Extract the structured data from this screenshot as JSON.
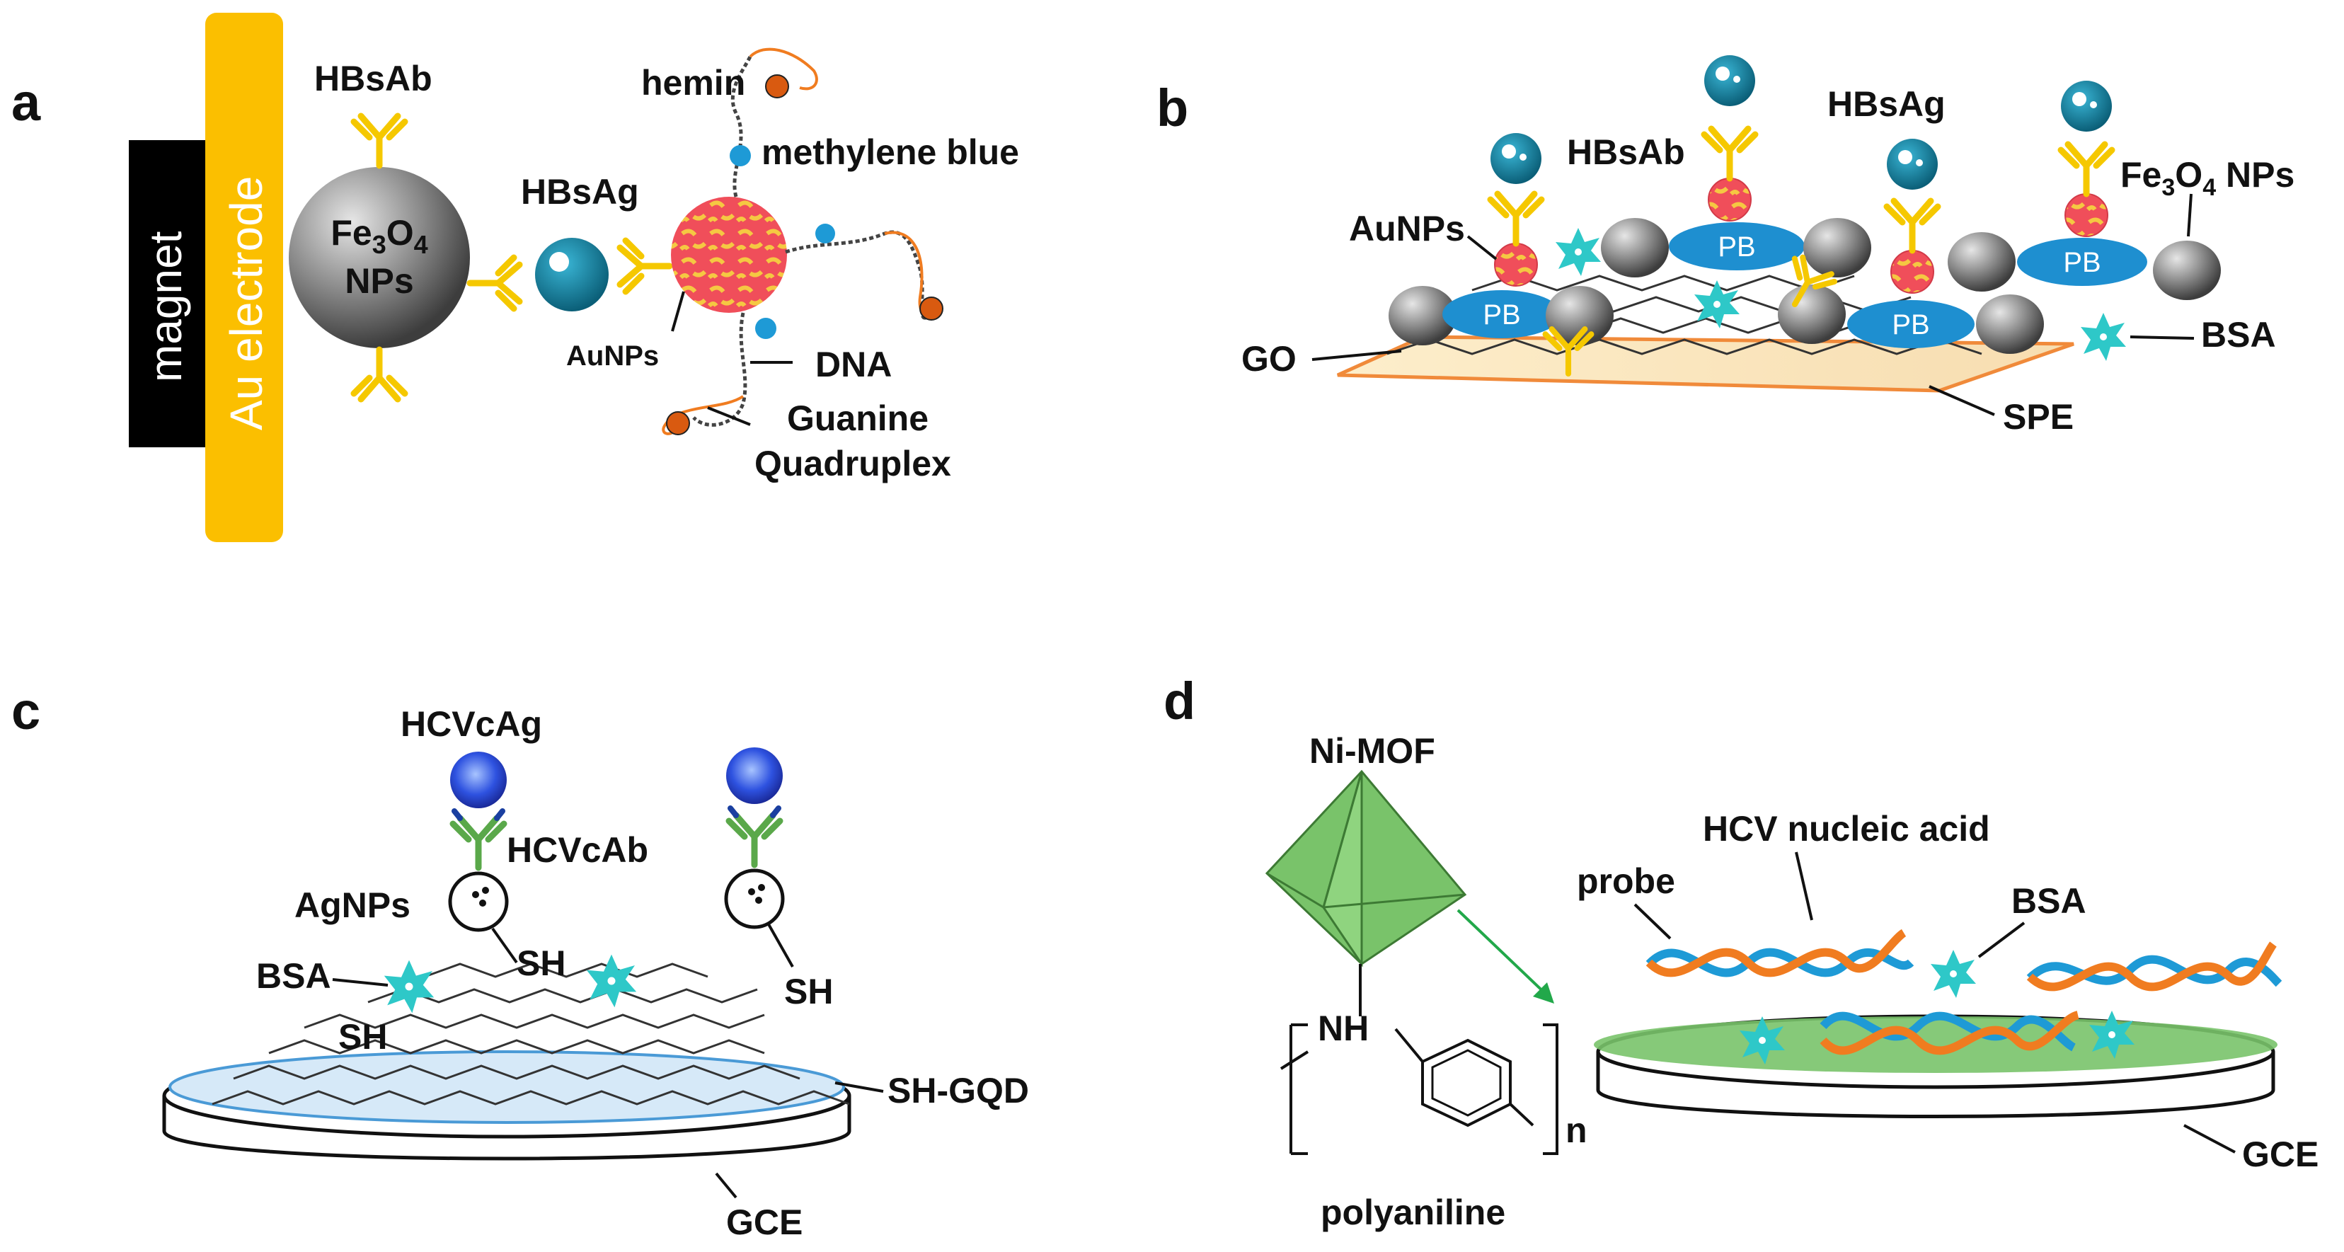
{
  "panels": {
    "a": {
      "letter": "a",
      "magnet": "magnet",
      "electrode": "Au electrode",
      "np_line1_base": "Fe",
      "np_line1_sub1": "3",
      "np_line1_mid": "O",
      "np_line1_sub2": "4",
      "np_line2": "NPs",
      "hbsab": "HBsAb",
      "hbsag": "HBsAg",
      "hemin": "hemin",
      "methylene_blue": "methylene blue",
      "aunps": "AuNPs",
      "dna": "DNA",
      "gq_line1": "Guanine",
      "gq_line2": "Quadruplex"
    },
    "b": {
      "letter": "b",
      "hbsab": "HBsAb",
      "hbsag": "HBsAg",
      "fe_base": "Fe",
      "fe_sub1": "3",
      "fe_mid": "O",
      "fe_sub2": "4",
      "fe_tail": " NPs",
      "aunps": "AuNPs",
      "pb": "PB",
      "go": "GO",
      "bsa": "BSA",
      "spe": "SPE"
    },
    "c": {
      "letter": "c",
      "hcvcag": "HCVcAg",
      "hcvcab": "HCVcAb",
      "agnps": "AgNPs",
      "sh": "SH",
      "bsa": "BSA",
      "sh_gqd": "SH-GQD",
      "gce": "GCE"
    },
    "d": {
      "letter": "d",
      "nimof": "Ni-MOF",
      "hcv_nucleic": "HCV nucleic acid",
      "probe": "probe",
      "bsa": "BSA",
      "nh": "NH",
      "n": "n",
      "polyaniline": "polyaniline",
      "gce": "GCE"
    }
  },
  "colors": {
    "magnet": "#000000",
    "electrode": "#fbbf00",
    "antibody": "#f5c800",
    "antigen": "#1a8fb0",
    "aunp": "#f04e5a",
    "pb": "#1e8fd0",
    "bsa": "#2ec8c8",
    "mof": "#79c36a",
    "dna_blue": "#1e9ad6",
    "dna_orange": "#f07c20"
  }
}
